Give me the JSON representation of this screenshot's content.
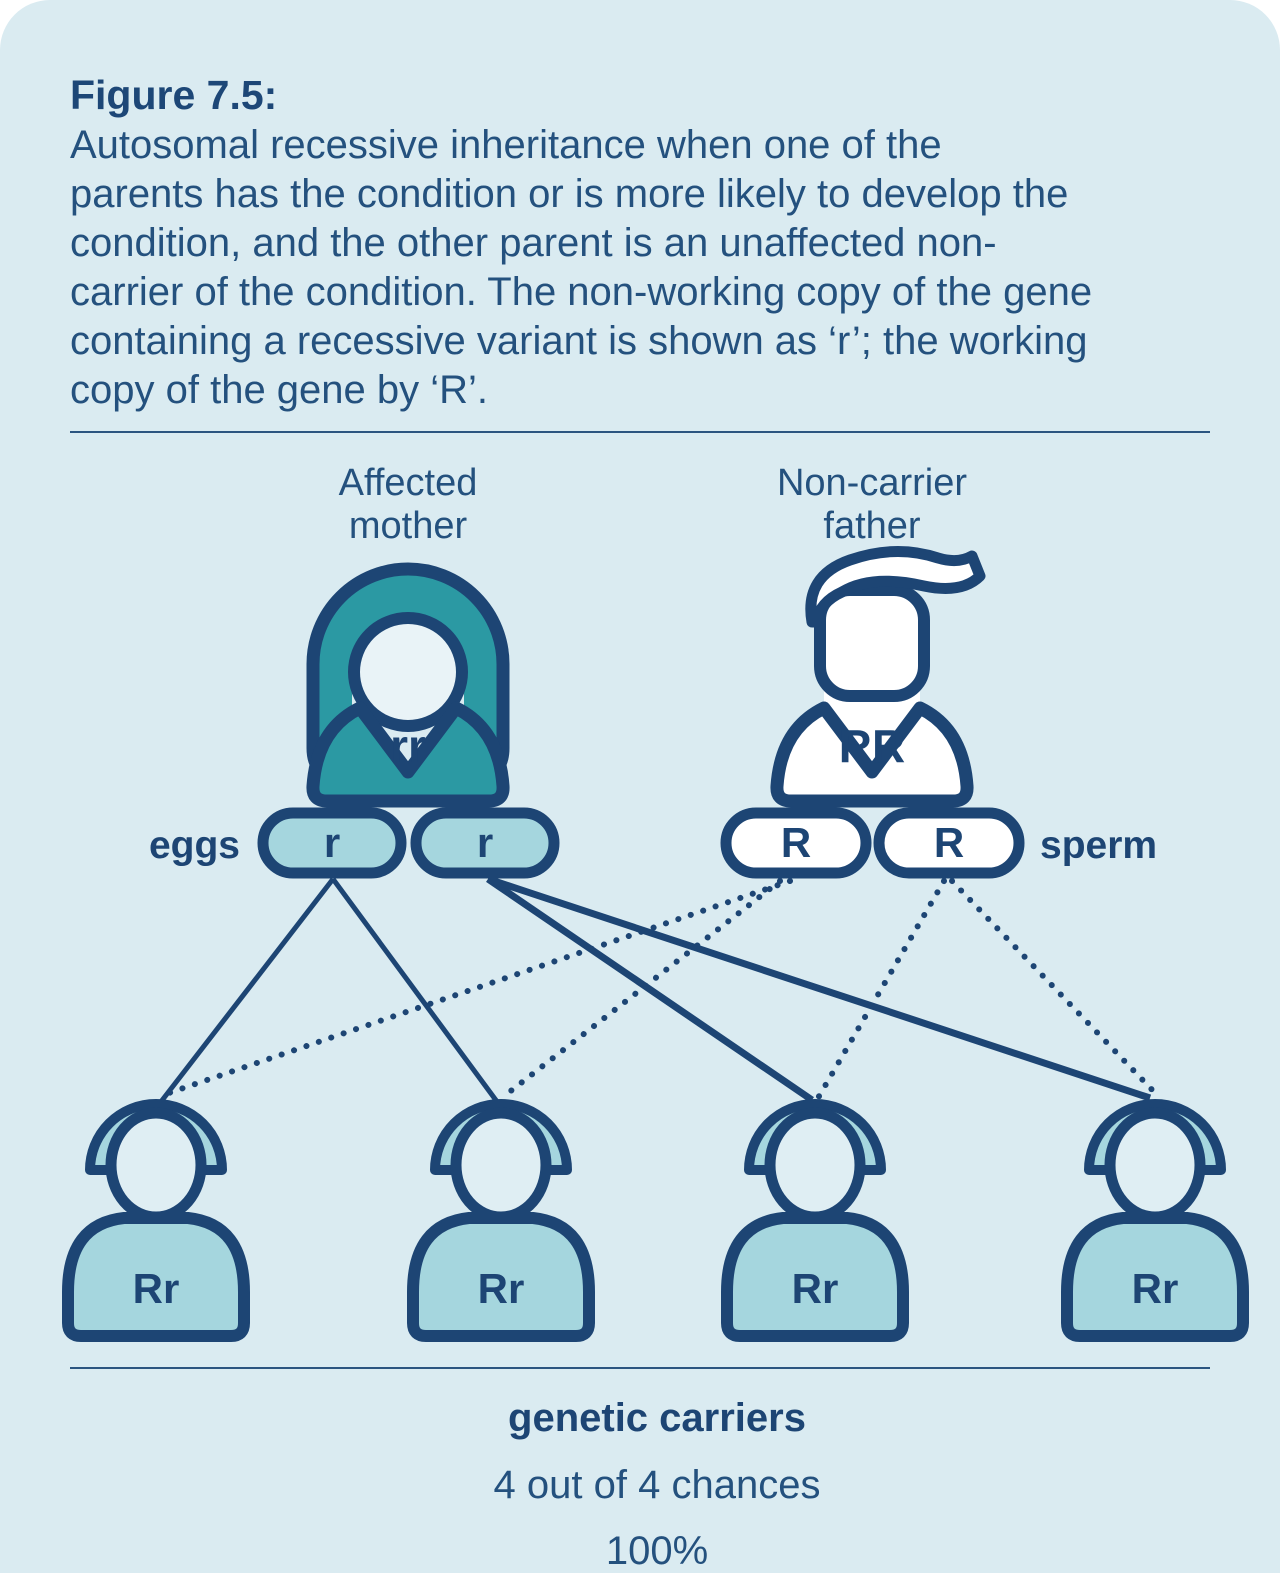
{
  "figure": {
    "label": "Figure 7.5:",
    "caption": "Autosomal recessive inheritance when one of the\nparents has the condition or is more likely to develop the\ncondition, and the other parent is an unaffected non-\ncarrier of the condition. The non-working copy of the gene\ncontaining a recessive variant is shown as ‘r’; the working\ncopy of the gene by ‘R’."
  },
  "diagram": {
    "mother": {
      "label": "Affected\nmother",
      "genotype": "rr"
    },
    "father": {
      "label": "Non-carrier\nfather",
      "genotype": "RR"
    },
    "gametes": {
      "eggs_label": "eggs",
      "sperm_label": "sperm",
      "eggs": [
        "r",
        "r"
      ],
      "sperm": [
        "R",
        "R"
      ]
    },
    "children": [
      {
        "genotype": "Rr"
      },
      {
        "genotype": "Rr"
      },
      {
        "genotype": "Rr"
      },
      {
        "genotype": "Rr"
      }
    ]
  },
  "result": {
    "title": "genetic carriers",
    "chances": "4 out of 4 chances",
    "percentage": "100%"
  },
  "colors": {
    "card_background": "#daebf1",
    "navy": "#1d4574",
    "text_navy": "#24517e",
    "teal": "#2b99a3",
    "light_blue": "#a5d6de",
    "white": "#ffffff"
  }
}
